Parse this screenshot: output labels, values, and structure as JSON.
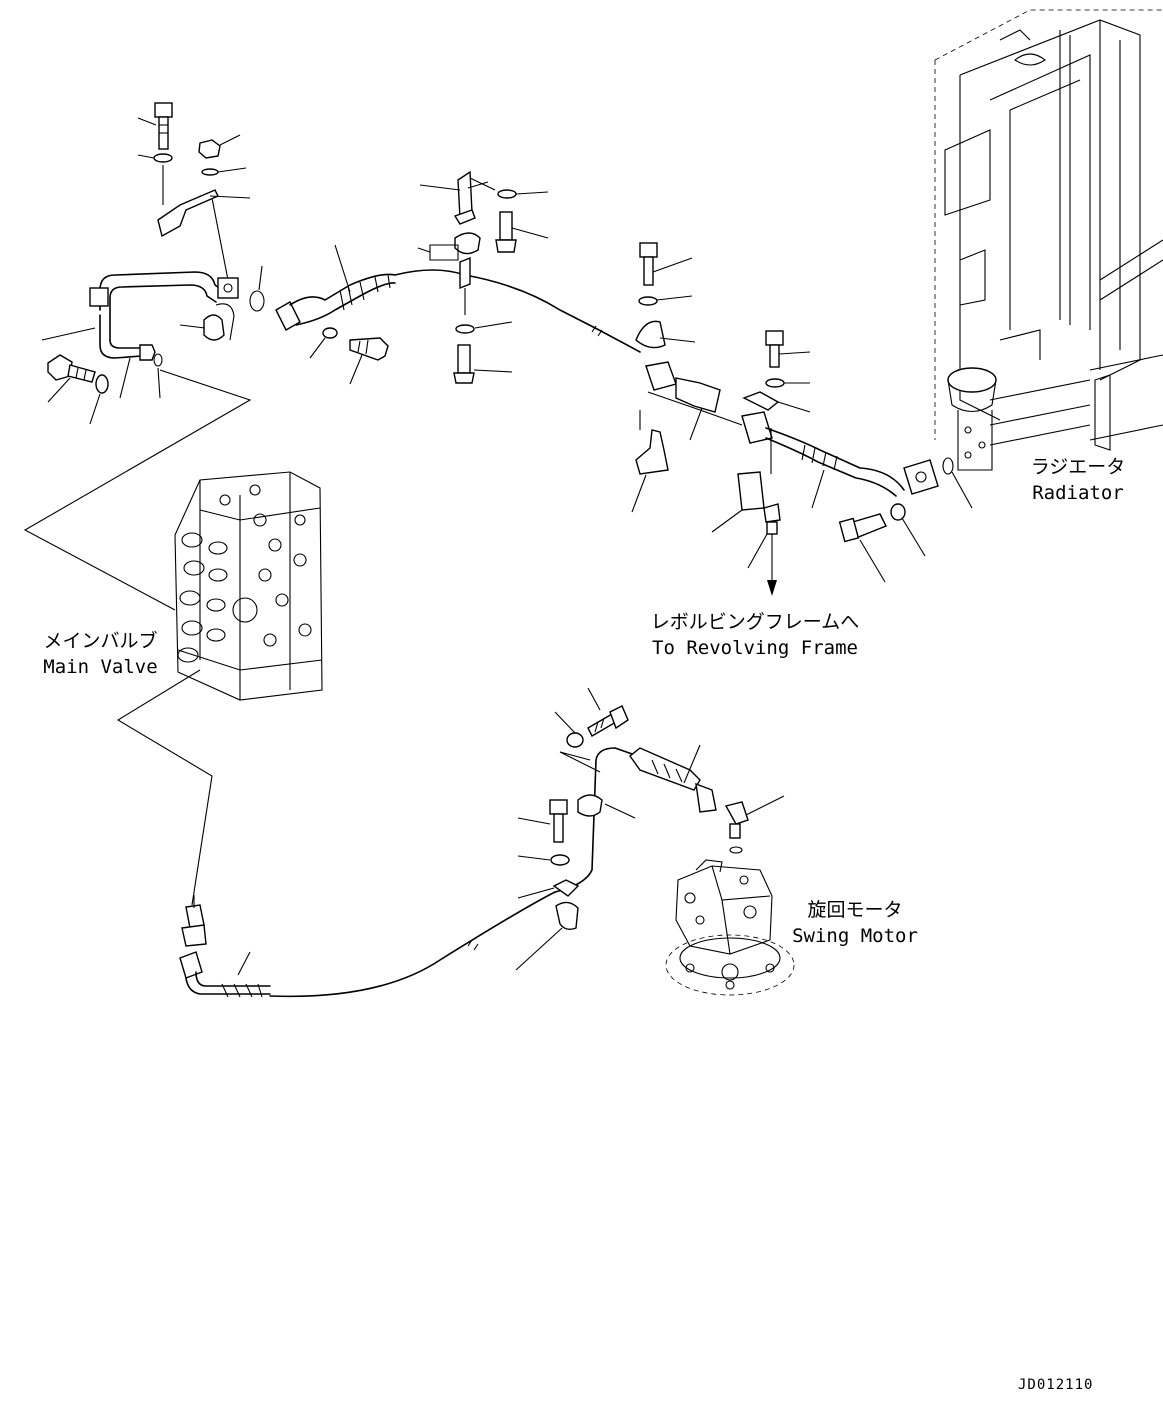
{
  "labels": {
    "radiator_jp": "ラジエータ",
    "radiator_en": "Radiator",
    "main_valve_jp": "メインバルブ",
    "main_valve_en": "Main Valve",
    "revolving_jp": "レボルビングフレームへ",
    "revolving_en": "To Revolving Frame",
    "swing_motor_jp": "旋回モータ",
    "swing_motor_en": "Swing Motor"
  },
  "document_id": "JD012110"
}
